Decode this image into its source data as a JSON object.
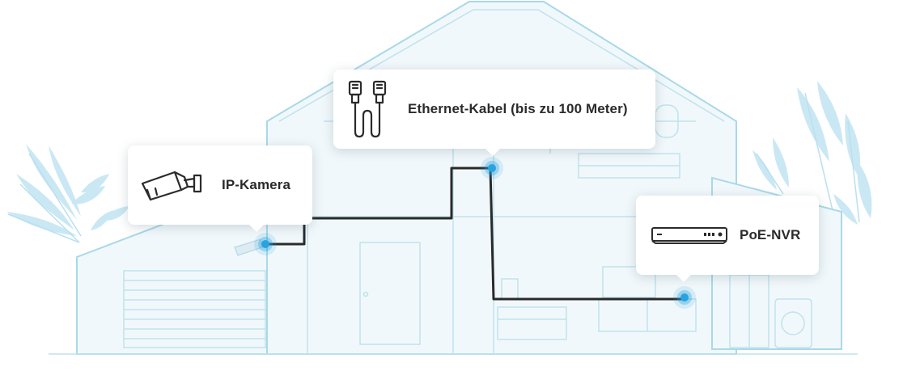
{
  "callouts": {
    "camera": {
      "label": "IP-Kamera",
      "icon": "ip-camera-icon"
    },
    "cable": {
      "label": "Ethernet-Kabel (bis zu 100 Meter)",
      "icon": "ethernet-cable-icon"
    },
    "nvr": {
      "label": "PoE-NVR",
      "icon": "poe-nvr-icon"
    }
  },
  "colors": {
    "house_outline": "#a9d9e8",
    "house_fill": "#f1f8fb",
    "cable": "#2a2a2a",
    "node": "#29a3e0",
    "foliage": "#b5dff0"
  }
}
